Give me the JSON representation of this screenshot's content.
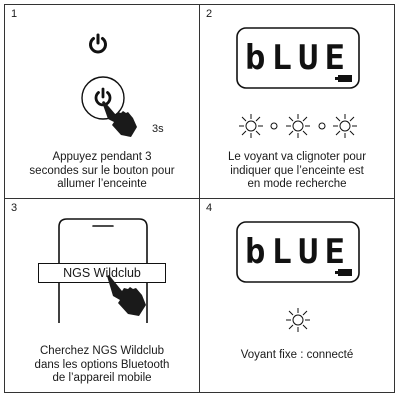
{
  "steps": [
    {
      "number": "1",
      "timer_label": "3s",
      "caption_lines": [
        "Appuyez pendant 3",
        "secondes sur le bouton pour",
        "allumer l’enceinte"
      ]
    },
    {
      "number": "2",
      "display_text": "bLUE",
      "caption_lines": [
        "Le voyant va clignoter pour",
        "indiquer que l’enceinte est",
        "en mode recherche"
      ]
    },
    {
      "number": "3",
      "device_name": "NGS Wildclub",
      "caption_lines": [
        "Cherchez NGS Wildclub",
        "dans les options Bluetooth",
        "de l’appareil mobile"
      ]
    },
    {
      "number": "4",
      "display_text": "bLUE",
      "caption_lines": [
        "Voyant fixe : connecté"
      ]
    }
  ],
  "icons": [
    "power-icon",
    "power-button-icon",
    "hand-pointer-icon",
    "lcd-display",
    "battery-icon",
    "led-light-icon",
    "smartphone-icon"
  ]
}
